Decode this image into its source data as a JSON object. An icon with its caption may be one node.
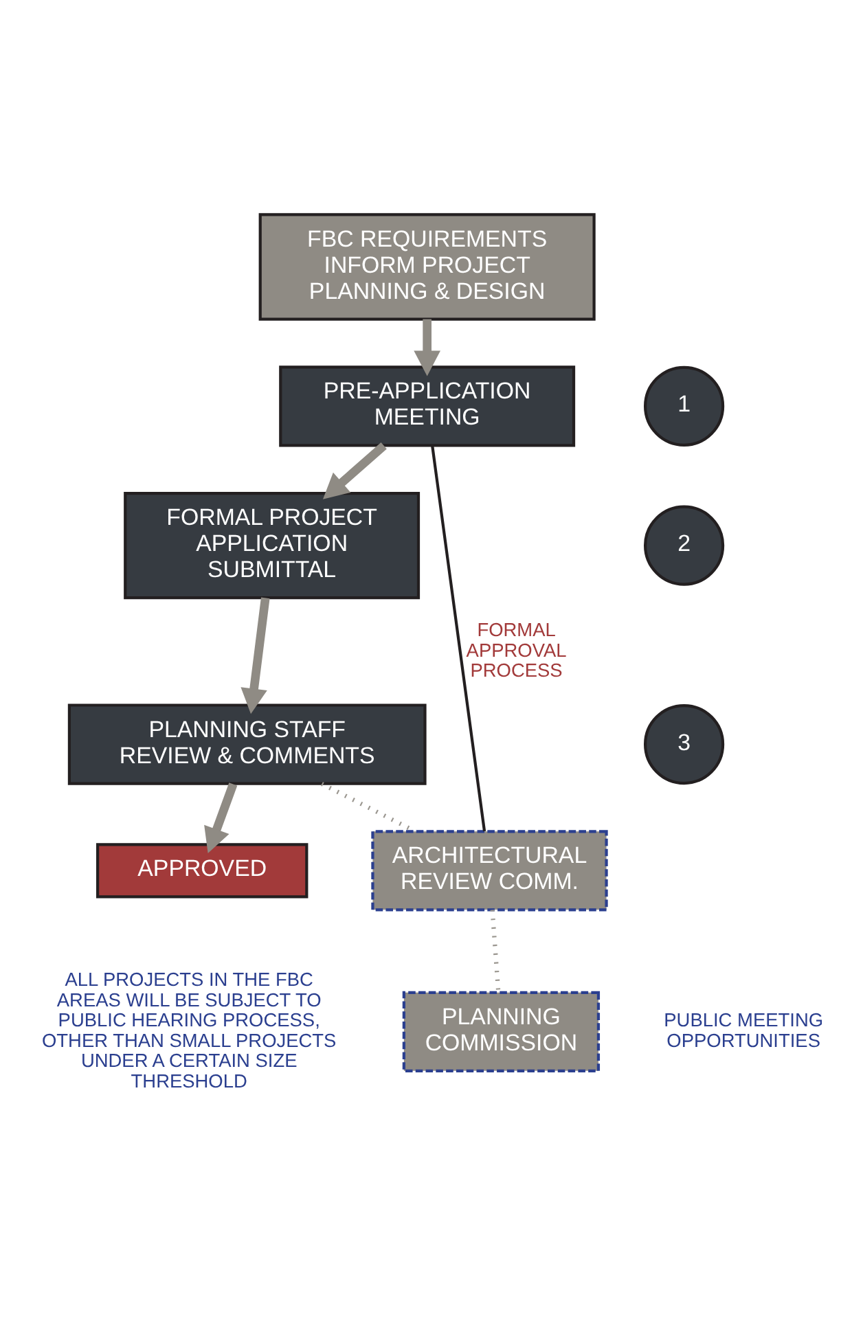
{
  "diagram": {
    "nodes": [
      {
        "text": [
          "FBC REQUIREMENTS INFORM PROJECT PLANNING & DESIGN"
        ]
      },
      {
        "text": [
          "1"
        ]
      },
      {
        "text": [
          "PRE-APPLICATION MEETING"
        ]
      },
      {
        "text": [
          "2"
        ]
      },
      {
        "text": [
          "FORMAL PROJECT APPLICATION SUBMITTAL"
        ]
      },
      {
        "text": [
          "3"
        ]
      },
      {
        "text": [
          "PLANNING STAFF REVIEW & COMMENTS"
        ]
      },
      {
        "text": [
          "APPROVED"
        ]
      },
      {
        "text": [
          "ARCHITECTURAL REVIEW COMM."
        ]
      },
      {
        "text": [
          "PLANNING COMMISSION"
        ]
      }
    ],
    "edges": [
      {
        "from": 0,
        "to": 2,
        "arrow": "to"
      },
      {
        "from": 2,
        "to": 4,
        "arrow": "to"
      },
      {
        "from": 4,
        "to": 6,
        "arrow": "to"
      },
      {
        "from": 6,
        "to": 7,
        "arrow": "to"
      },
      {
        "from": 2,
        "to": 8,
        "arrow": "none",
        "label": "FORMAL APPROVAL PROCESS",
        "color": "#231f20"
      },
      {
        "from": 6,
        "to": 8,
        "arrow": "none",
        "style": "dashed",
        "color": "#9a968f"
      },
      {
        "from": 8,
        "to": 9,
        "arrow": "none",
        "style": "dashed",
        "color": "#9a968f"
      }
    ],
    "labels": [
      "PUBLIC MEETING OPPORTUNITIES",
      "ALL PROJECTS IN THE FBC AREAS WILL BE SUBJECT TO PUBLIC HEARING PROCESS, OTHER THAN SMALL PROJECTS UNDER A CERTAIN SIZE THRESHOLD"
    ]
  }
}
